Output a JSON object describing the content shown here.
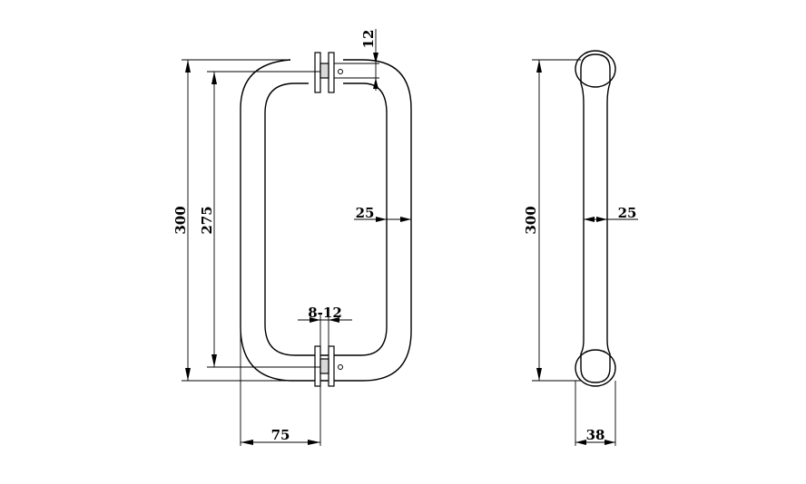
{
  "front_view": {
    "height_overall": "300",
    "height_centers": "275",
    "bar_diameter": "25",
    "glass_thickness": "8-12",
    "standoff_diameter": "12",
    "projection": "75"
  },
  "side_view": {
    "height_overall": "300",
    "bar_diameter": "25",
    "rose_diameter": "38"
  }
}
